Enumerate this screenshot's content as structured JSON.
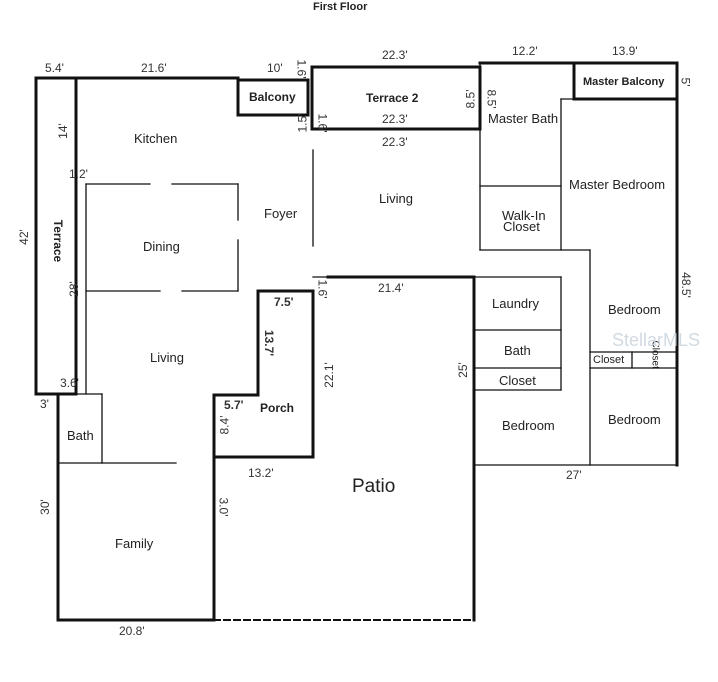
{
  "title": "First Floor",
  "watermark": "StellarMLS",
  "rooms": {
    "kitchen": "Kitchen",
    "dining": "Dining",
    "foyer": "Foyer",
    "living_left": "Living",
    "living_right": "Living",
    "terrace": "Terrace",
    "balcony": "Balcony",
    "terrace2": "Terrace 2",
    "master_bath": "Master Bath",
    "master_balcony": "Master Balcony",
    "master_bedroom": "Master Bedroom",
    "walkin_closet_1": "Walk-In",
    "walkin_closet_2": "Closet",
    "laundry": "Laundry",
    "bath_right": "Bath",
    "closet_right": "Closet",
    "bedroom_left": "Bedroom",
    "bedroom_top": "Bedroom",
    "bedroom_bottom": "Bedroom",
    "closet_small_1": "Closet",
    "closet_small_2": "Closet",
    "porch": "Porch",
    "patio": "Patio",
    "bath_left": "Bath",
    "family": "Family"
  },
  "dimensions": {
    "d_5_4": "5.4'",
    "d_21_6": "21.6'",
    "d_10": "10'",
    "d_1_6a": "1.6'",
    "d_22_3_top": "22.3'",
    "d_12_2": "12.2'",
    "d_13_9": "13.9'",
    "d_5": "5'",
    "d_14": "14'",
    "d_1_2": "1.2'",
    "d_1_5": "1.5'",
    "d_1_6b": "1.6'",
    "d_22_3_mid": "22.3'",
    "d_22_3_low": "22.3'",
    "d_8_5a": "8.5'",
    "d_8_5b": "8.5'",
    "d_42": "42'",
    "d_28": "28'",
    "d_1_6c": "1.6'",
    "d_21_4": "21.4'",
    "d_7_5": "7.5'",
    "d_13_7": "13.7'",
    "d_22_1": "22.1'",
    "d_48_5": "48.5'",
    "d_25": "25'",
    "d_3_6": "3.6'",
    "d_3": "3'",
    "d_5_7": "5.7'",
    "d_8_4": "8.4'",
    "d_13_2": "13.2'",
    "d_27": "27'",
    "d_30_left": "30'",
    "d_3_0": "3.0'",
    "d_20_8": "20.8'"
  }
}
